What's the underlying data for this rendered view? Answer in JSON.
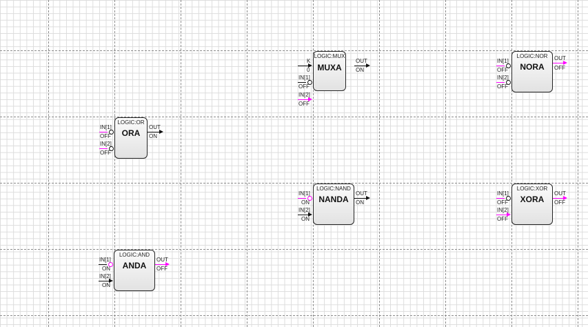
{
  "colors": {
    "active_signal": "#ff00ff",
    "inactive_signal": "#111111"
  },
  "blocks": {
    "mux": {
      "type": "LOGIC:MUX",
      "name": "MUXA",
      "inputs": [
        {
          "label": "K",
          "value": "0"
        },
        {
          "label": "IN[1]",
          "value": "OFF"
        },
        {
          "label": "IN[2]",
          "value": "OFF"
        }
      ],
      "output": {
        "label": "OUT",
        "value": "ON"
      }
    },
    "nor": {
      "type": "LOGIC:NOR",
      "name": "NORA",
      "inputs": [
        {
          "label": "IN[1]",
          "value": "OFF"
        },
        {
          "label": "IN[2]",
          "value": "OFF"
        }
      ],
      "output": {
        "label": "OUT",
        "value": "OFF"
      }
    },
    "or": {
      "type": "LOGIC:OR",
      "name": "ORA",
      "inputs": [
        {
          "label": "IN[1]",
          "value": "OFF"
        },
        {
          "label": "IN[2]",
          "value": "OFF"
        }
      ],
      "output": {
        "label": "OUT",
        "value": "ON"
      }
    },
    "nand": {
      "type": "LOGIC:NAND",
      "name": "NANDA",
      "inputs": [
        {
          "label": "IN[1]",
          "value": "ON"
        },
        {
          "label": "IN[2]",
          "value": "ON"
        }
      ],
      "output": {
        "label": "OUT",
        "value": "ON"
      }
    },
    "xor": {
      "type": "LOGIC:XOR",
      "name": "XORA",
      "inputs": [
        {
          "label": "IN[1]",
          "value": "OFF"
        },
        {
          "label": "IN[2]",
          "value": "OFF"
        }
      ],
      "output": {
        "label": "OUT",
        "value": "OFF"
      }
    },
    "and": {
      "type": "LOGIC:AND",
      "name": "ANDA",
      "inputs": [
        {
          "label": "IN[1]",
          "value": "ON"
        },
        {
          "label": "IN[2]",
          "value": "ON"
        }
      ],
      "output": {
        "label": "OUT",
        "value": "OFF"
      }
    }
  }
}
